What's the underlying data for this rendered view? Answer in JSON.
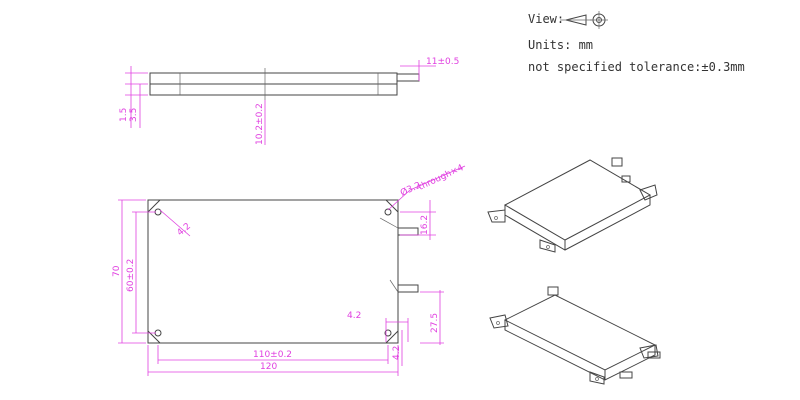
{
  "notes": {
    "view_label": "View:",
    "units": "Units: mm",
    "tolerance": "not specified tolerance:±0.3mm"
  },
  "top_view": {
    "dims": {
      "d_1_5": "1.5",
      "d_3_5": "3.5",
      "d_10_2": "10.2±0.2",
      "d_11": "11±0.5"
    }
  },
  "front_view": {
    "dims": {
      "height_70": "70",
      "height_60": "60±0.2",
      "width_110": "110±0.2",
      "width_120": "120",
      "hole_dia": "4.2",
      "hole_note": "Ø3.2",
      "through_label": "through×4",
      "d_16_2": "16.2",
      "d_4_2": "4.2",
      "d_27_5": "27.5",
      "d_4_2_b": "4.2"
    }
  },
  "colors": {
    "dimension": "#e040e0",
    "outline": "#444444"
  }
}
